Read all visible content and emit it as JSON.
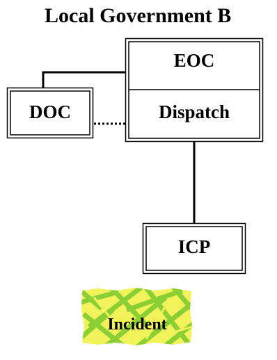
{
  "title": "Local Government B",
  "nodes": {
    "eoc": "EOC",
    "dispatch": "Dispatch",
    "doc": "DOC",
    "icp": "ICP",
    "incident": "Incident"
  },
  "colors": {
    "incident_fill": "#f2f25a",
    "incident_stripes": "#8ccf35",
    "line": "#000000"
  }
}
